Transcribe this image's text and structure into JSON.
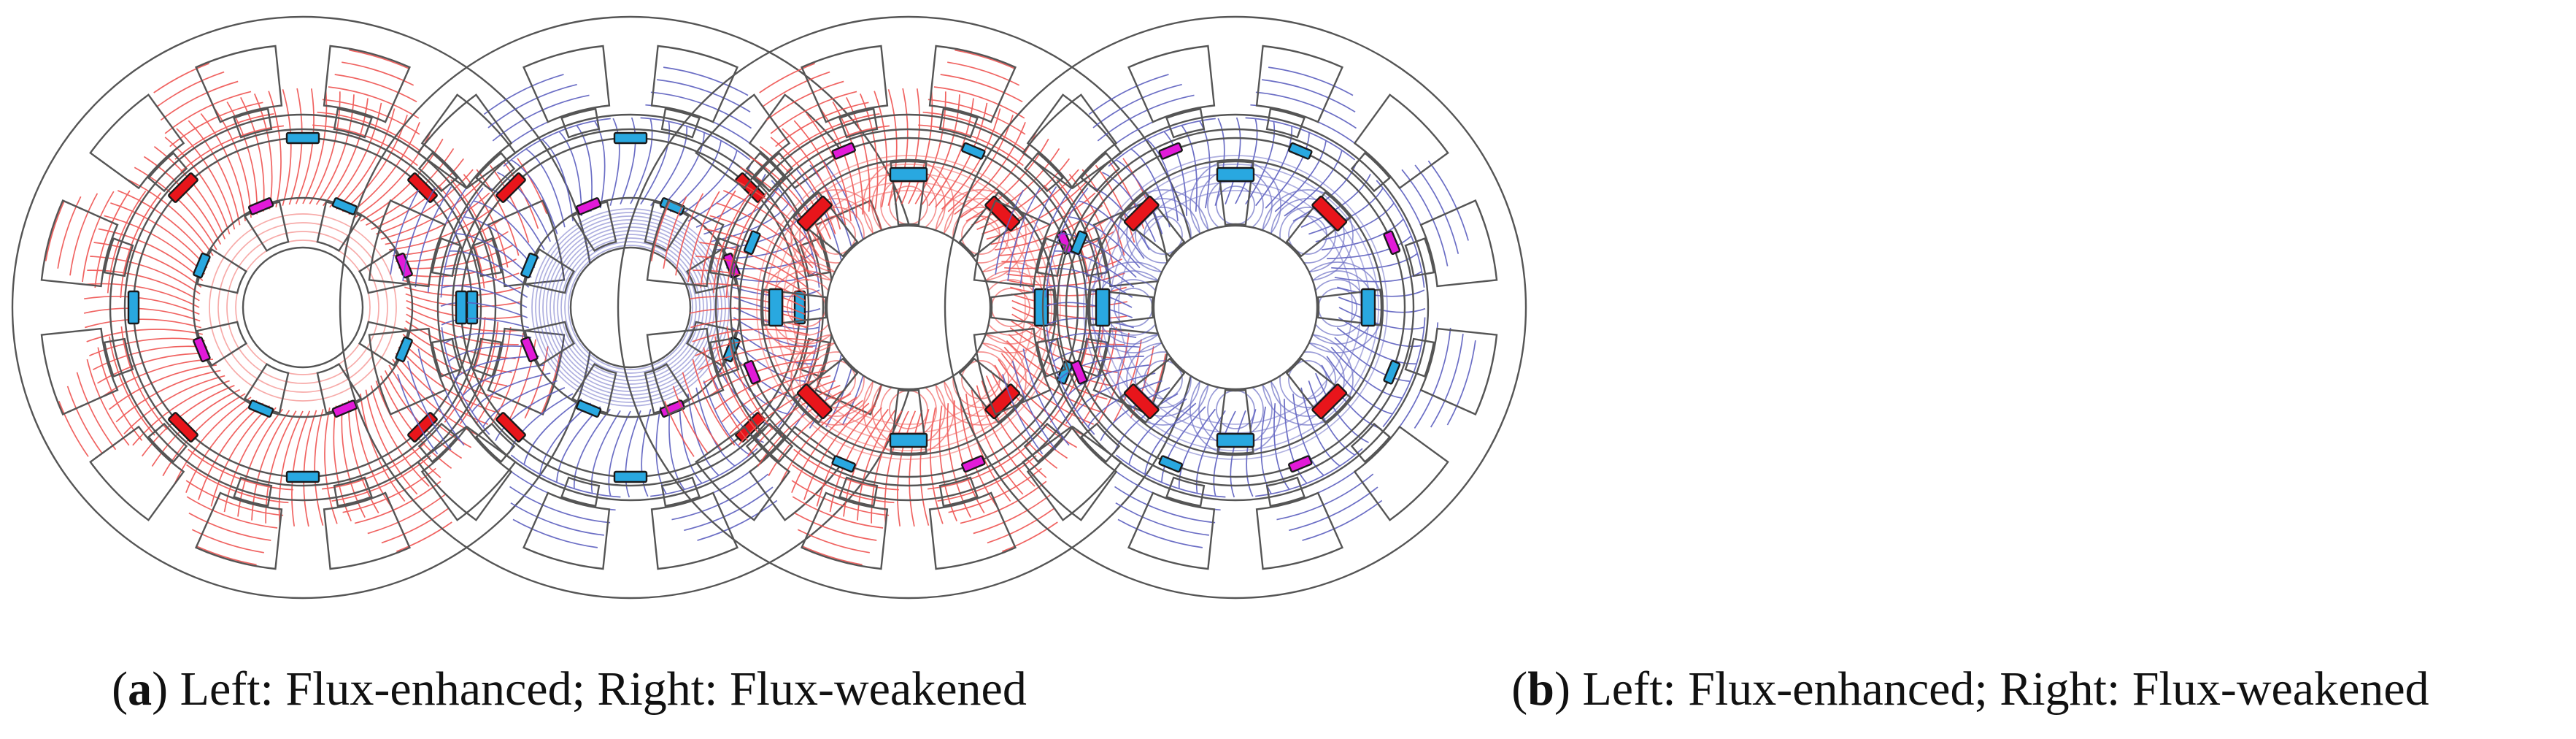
{
  "panels": [
    {
      "label": "a",
      "caption": "Left: Flux-enhanced; Right: Flux-weakened",
      "machines": [
        {
          "mode": "enhanced",
          "flux_color": "#ef5350",
          "inner_magnets": "small",
          "dense_inner_flux": false
        },
        {
          "mode": "weakened",
          "flux_color": "#5c5fbf",
          "inner_magnets": "small",
          "dense_inner_flux": true
        }
      ]
    },
    {
      "label": "b",
      "caption": "Left: Flux-enhanced; Right: Flux-weakened",
      "machines": [
        {
          "mode": "enhanced",
          "flux_color": "#ef5350",
          "inner_magnets": "teeth",
          "dense_inner_flux": false
        },
        {
          "mode": "weakened",
          "flux_color": "#5c5fbf",
          "inner_magnets": "teeth",
          "dense_inner_flux": false
        }
      ]
    }
  ],
  "colors": {
    "outline": "#555555",
    "magnet_red": "#e8151b",
    "magnet_blue": "#29a8e0",
    "magnet_magenta": "#e21ad8",
    "magnet_border": "#1a1a1a",
    "text": "#111111"
  },
  "icons": {
    "machine": "electric-machine-cross-section",
    "magnet": "permanent-magnet-block"
  }
}
